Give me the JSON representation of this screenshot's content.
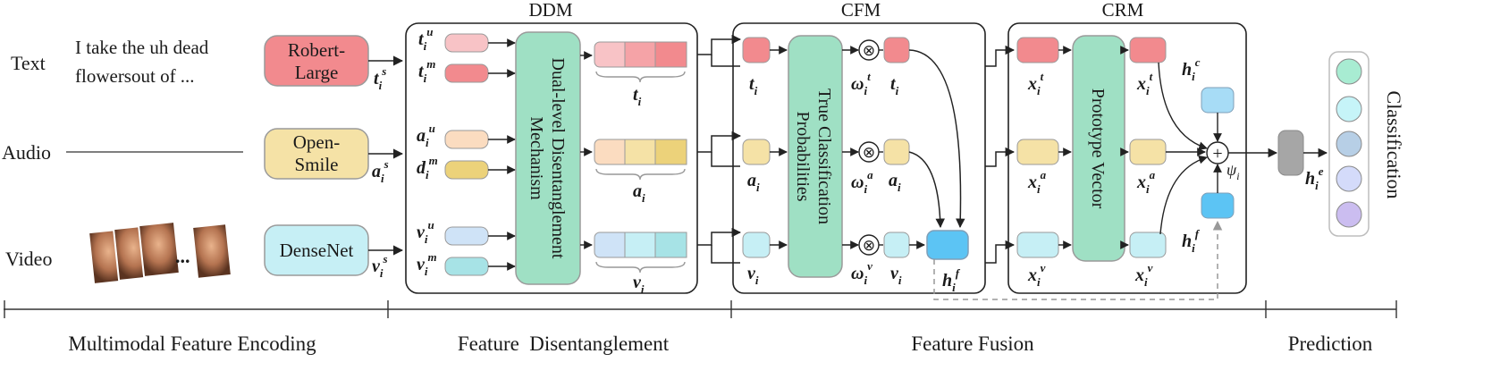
{
  "inputs": {
    "text_label": "Text",
    "audio_label": "Audio",
    "video_label": "Video",
    "text_sample_line1": "I take the uh dead",
    "text_sample_line2": "flowersout of ...",
    "video_ellipsis": "..."
  },
  "encoders": {
    "text": [
      "Robert-",
      "Large"
    ],
    "audio": [
      "Open-",
      "Smile"
    ],
    "video": [
      "DenseNet"
    ]
  },
  "modules": {
    "ddm_title": "DDM",
    "cfm_title": "CFM",
    "crm_title": "CRM",
    "ddm_block": [
      "Dual-level Disentanglement",
      "Mechanism"
    ],
    "cfm_block": [
      "True Classification",
      "Probabilities"
    ],
    "crm_block": "Prototype Vector"
  },
  "symbols": {
    "ts": "t",
    "as": "a",
    "vs": "v",
    "tu": "t",
    "tm": "t",
    "au": "a",
    "dm": "d",
    "vu": "v",
    "vm": "v",
    "t": "t",
    "a": "a",
    "v": "v",
    "omega": "ω",
    "otimes": "⊗",
    "plus": "+",
    "h": "h",
    "x": "x",
    "psi": "ψ",
    "sup_s": "s",
    "sup_u": "u",
    "sup_m": "m",
    "sup_t": "t",
    "sup_a": "a",
    "sup_v": "v",
    "sup_f": "f",
    "sup_c": "c",
    "sup_e": "e",
    "sub_i": "i"
  },
  "prediction": {
    "label": "Classification"
  },
  "stages": [
    "Multimodal Feature Encoding",
    "Feature  Disentanglement",
    "Feature Fusion",
    "Prediction"
  ],
  "colors": {
    "text_red": "#f28a8e",
    "text_pink": "#f8c3c6",
    "audio_yellow": "#f5e2a6",
    "audio_gold": "#ecd27a",
    "audio_peach": "#fbdcc0",
    "video_cyan": "#c6eff5",
    "video_blue": "#cfe3f7",
    "video_teal": "#a7e3e6",
    "module_green": "#9fe0c4",
    "fusion_blue": "#5cc4f4",
    "h_c_blue": "#a7dcf6",
    "h_e_gray": "#a6a6a6"
  }
}
